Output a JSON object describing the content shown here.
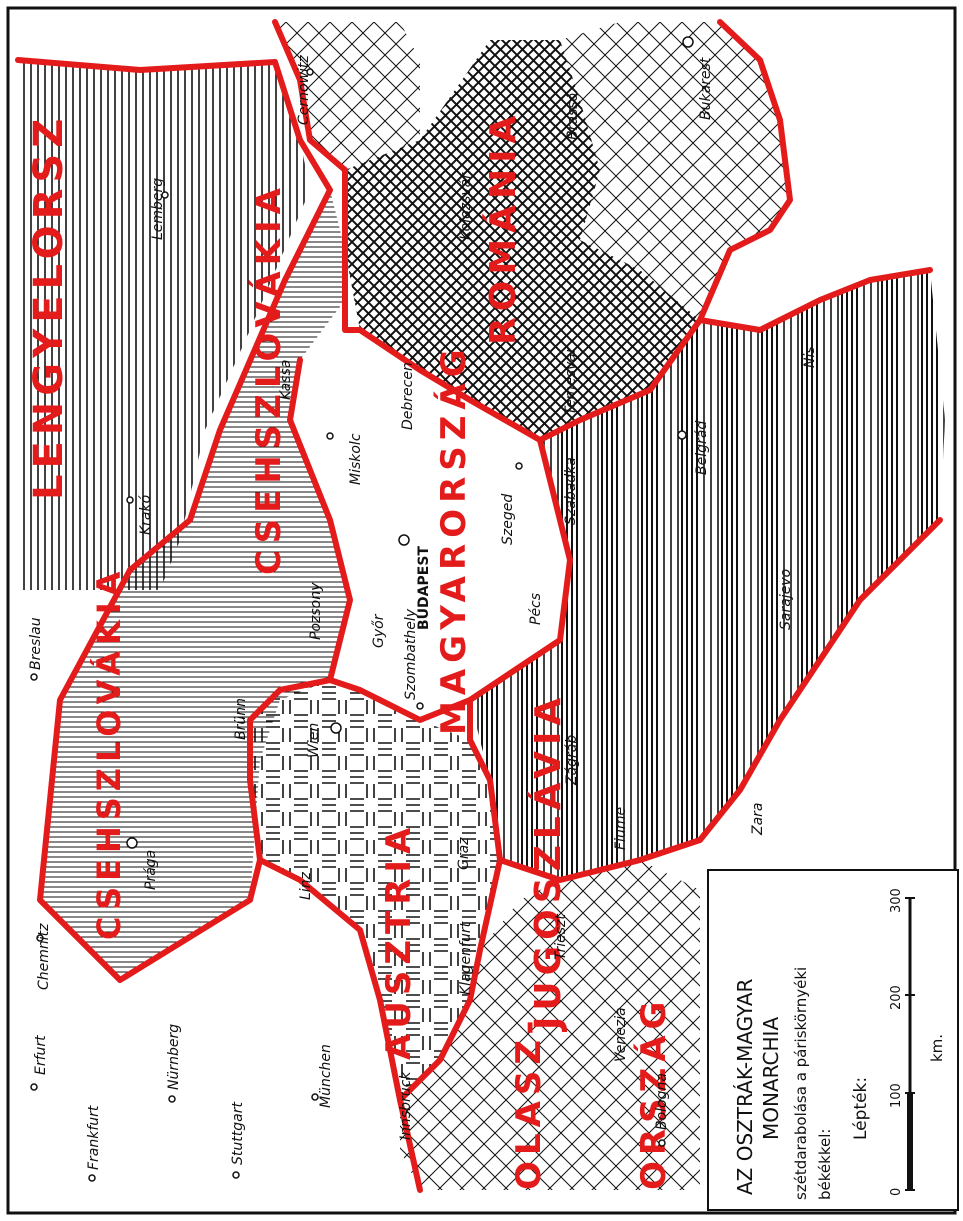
{
  "colors": {
    "border_red": "#e31b1b",
    "ink": "#111111",
    "paper": "#ffffff"
  },
  "countries": {
    "lengyelorszag": "LENGYELORSZ",
    "csehszlovakia": "CSEHSZLOVÁKIA",
    "romania": "ROMÁNIA",
    "magyarorszag": "MAGYARORSZÁG",
    "ausztria": "AUSZTRIA",
    "jugoszlavia": "JUGOSZLÁVIA",
    "olasz": "OLASZ-",
    "orszag": "ORSZÁG"
  },
  "cities": {
    "cernowitz": "Cernowitz",
    "lemberg": "Lemberg",
    "brasso": "Brassó",
    "bukarest": "Bukarest",
    "kolozsvar": "Kolozsvár",
    "krako": "Krakó",
    "kassa": "Kassa",
    "miskolc": "Miskolc",
    "debrecen": "Debrecen",
    "temesvar": "Temesvár",
    "nis": "Nis",
    "belgrad": "Belgrád",
    "szabadka": "Szabadka",
    "szeged": "Szeged",
    "budapest": "BUDAPEST",
    "pozsony": "Pozsony",
    "gyor": "Győr",
    "szombathely": "Szombathely",
    "pecs": "Pécs",
    "sarajevo": "Sarajevo",
    "breslau": "Breslau",
    "brunn": "Brünn",
    "wien": "Wien",
    "zagrab": "Zágráb",
    "fiume": "Fiume",
    "zara": "Zara",
    "praga": "Prága",
    "linz": "Linz",
    "graz": "Graz",
    "chemnitz": "Chemnitz",
    "klagenfurt": "Klagenfurt",
    "trieszt": "Trieszt",
    "erfurt": "Erfurt",
    "nurnberg": "Nürnberg",
    "munchen": "München",
    "innsbruck": "Innsbruck",
    "venezia": "Venezia",
    "bologna": "Bologna",
    "frankfurt": "Frankfurt",
    "stuttgart": "Stuttgart"
  },
  "legend": {
    "title_line1": "AZ OSZTRÁK-MAGYAR",
    "title_line2": "MONARCHIA",
    "subtitle_line1": "szétdarabolása a páriskörnyéki",
    "subtitle_line2": "békékkel:",
    "scale_label": "Lépték:",
    "scale_ticks": [
      "0",
      "100",
      "200",
      "300"
    ],
    "scale_unit": "km."
  }
}
